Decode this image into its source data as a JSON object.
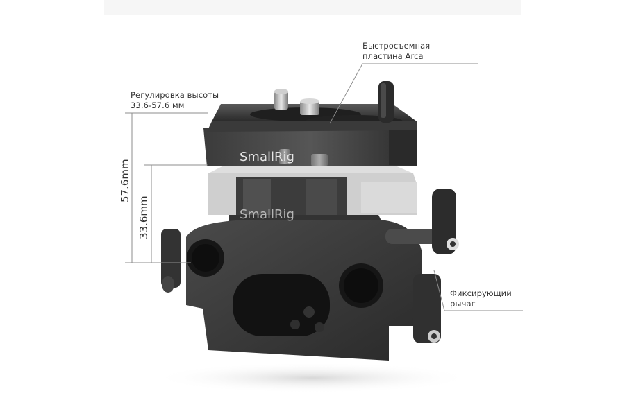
{
  "product": {
    "brand_mark_top": "SmallRig",
    "brand_mark_lower": "SmallRig"
  },
  "annotations": {
    "quick_release": {
      "line1": "Быстросъемная",
      "line2": "пластина Arca"
    },
    "height_adjust": {
      "line1": "Регулировка высоты",
      "line2": "33.6-57.6 мм"
    },
    "locking_lever": {
      "line1": "Фиксирующий",
      "line2": "рычаг"
    }
  },
  "dimensions": {
    "max_height": "57.6mm",
    "min_height": "33.6mm"
  },
  "colors": {
    "background": "#ffffff",
    "metal_dark": "#2b2b2b",
    "metal_mid": "#4a4a4a",
    "ghost_plate": "#b9b9b9",
    "leader_line": "#8c8c8c",
    "text": "#333333"
  }
}
